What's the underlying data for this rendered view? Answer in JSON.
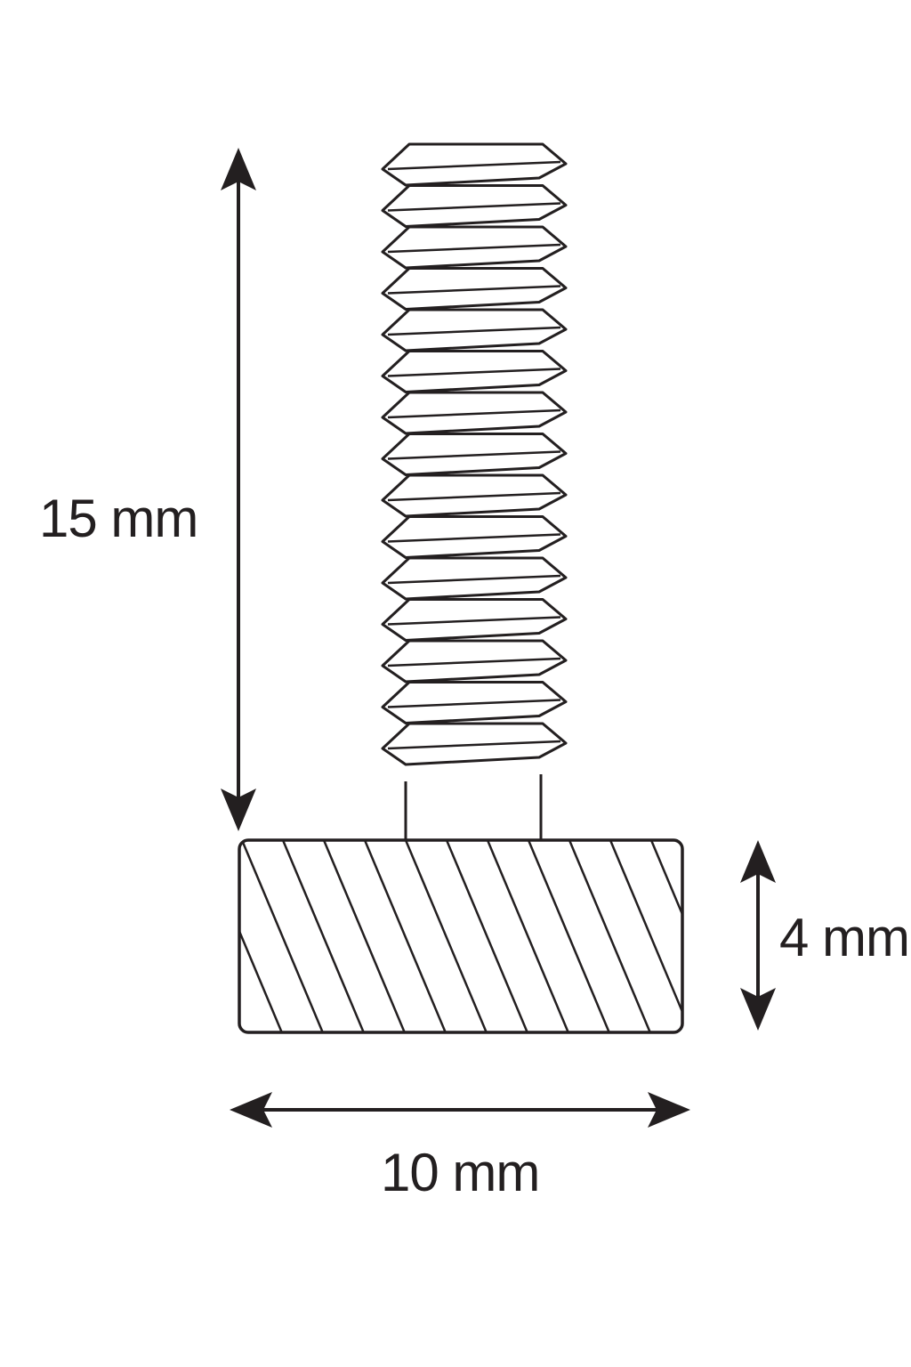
{
  "diagram": {
    "subject": "threaded-stud-magnet",
    "stroke_color": "#231f20",
    "background": "#ffffff",
    "dimensions": {
      "stud_length": "15 mm",
      "base_height": "4 mm",
      "base_width": "10 mm"
    }
  }
}
